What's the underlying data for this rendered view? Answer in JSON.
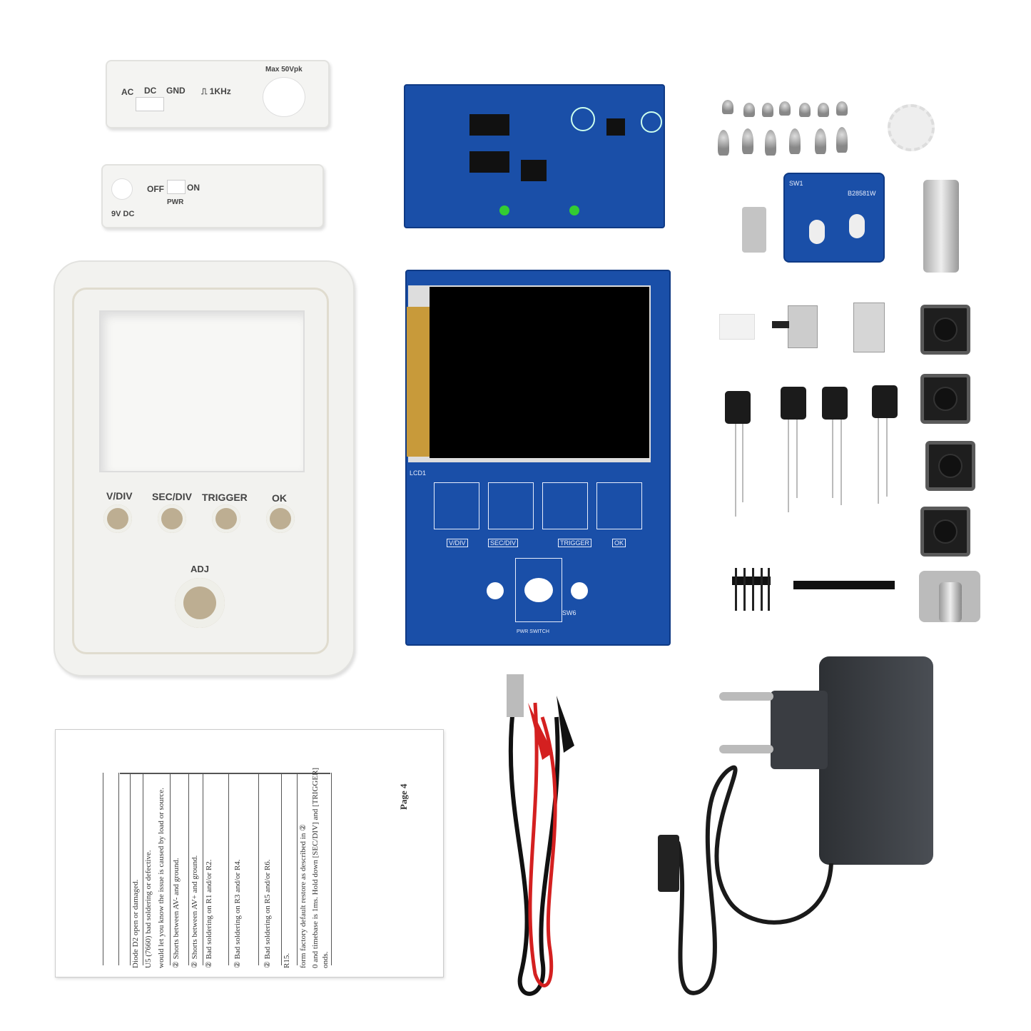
{
  "front_panel_top": {
    "labels": [
      "AC",
      "DC",
      "GND",
      "⎍ 1KHz",
      "Max 50Vpk"
    ]
  },
  "front_panel_bottom": {
    "labels": [
      "OFF",
      "ON",
      "PWR",
      "9V DC"
    ]
  },
  "enclosure": {
    "labels": [
      "V/DIV",
      "SEC/DIV",
      "TRIGGER",
      "OK",
      "ADJ"
    ]
  },
  "main_pcb": {
    "button_labels": [
      "V/DIV",
      "SEC/DIV",
      "TRIGGER",
      "OK"
    ],
    "lcd": "LCD1",
    "sw": "SW6",
    "pwr": "PWR SWITCH"
  },
  "small_pcb": {
    "sw": "SW1",
    "code": "B28581W"
  },
  "manual": {
    "page": "Page 4",
    "lines": [
      "Diode D2 open or damaged.",
      "U5 (7660) bad soldering or defective.",
      "would let you know the issue is caused by load or source.",
      "② Shorts between AV- and ground.",
      "② Shorts between AV+ and ground.",
      "② Bad soldering on R1 and/or R2.",
      "② Bad soldering on R3 and/or R4.",
      "② Bad soldering on R5 and/or R6.",
      "R15.",
      "form factory default restore as described in ②",
      "0 and timebase is 1ms. Hold down [SEC/DIV] and [TRIGGER]",
      "onds."
    ]
  },
  "colors": {
    "pcb": "#1a4fa8",
    "case": "#f4f4f2",
    "lcd": "#000000",
    "adapter": "#3a3d42",
    "probe_red": "#d42020"
  }
}
